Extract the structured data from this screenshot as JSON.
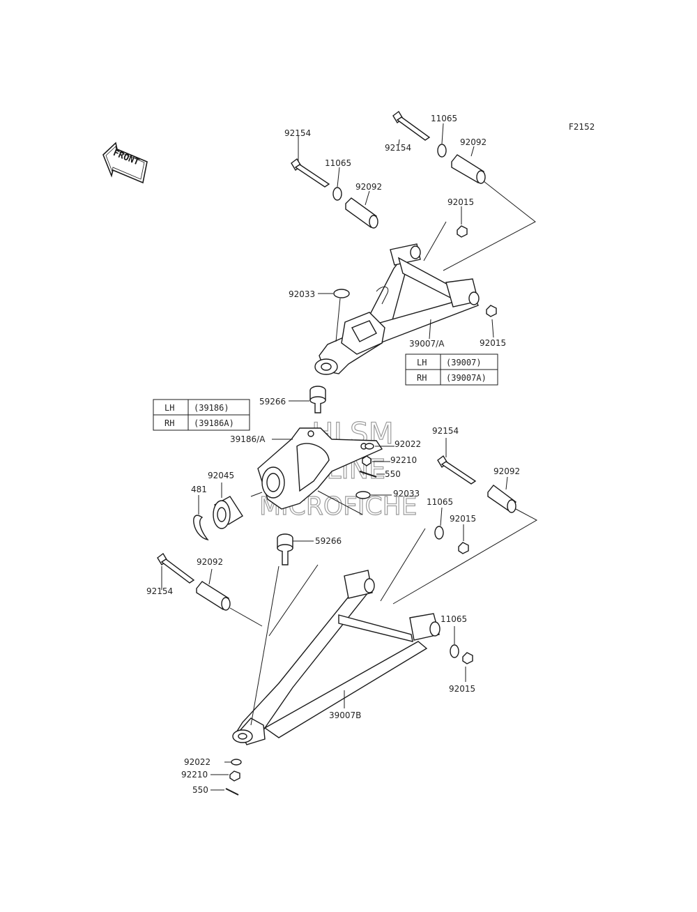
{
  "figure_code": "F2152",
  "front_arrow": {
    "label": "FRONT",
    "icon": "front-arrow-icon"
  },
  "watermark": {
    "line1": "HLSM",
    "line2": "ONLINE",
    "line3": "MICROFICHE"
  },
  "tables": {
    "upper_arm": {
      "rows": [
        {
          "side": "LH",
          "part": "(39007)"
        },
        {
          "side": "RH",
          "part": "(39007A)"
        }
      ]
    },
    "knuckle": {
      "rows": [
        {
          "side": "LH",
          "part": "(39186)"
        },
        {
          "side": "RH",
          "part": "(39186A)"
        }
      ]
    }
  },
  "callouts": {
    "bolt_upper_left": "92154",
    "bolt_upper_right": "92154",
    "washer_upper_left": "11065",
    "washer_upper_right": "11065",
    "bushing_upper_left": "92092",
    "bushing_upper_right": "92092",
    "nut_upper_top": "92015",
    "nut_upper_bottom": "92015",
    "seal_upper": "92033",
    "upper_arm": "39007/A",
    "ball_joint_upper": "59266",
    "knuckle": "39186/A",
    "washer_knuckle": "92022",
    "nut_knuckle": "92210",
    "pin_knuckle": "550",
    "seal_knuckle": "92033",
    "bearing": "92045",
    "circlip": "481",
    "bolt_lower_right": "92154",
    "bushing_lower_right": "92092",
    "washer_lower_mid": "11065",
    "nut_lower_mid": "92015",
    "ball_joint_lower": "59266",
    "bushing_lower_left": "92092",
    "bolt_lower_left": "92154",
    "washer_lower_right": "11065",
    "nut_lower_right": "92015",
    "lower_arm": "39007B",
    "washer_bottom": "92022",
    "nut_bottom": "92210",
    "pin_bottom": "550"
  }
}
